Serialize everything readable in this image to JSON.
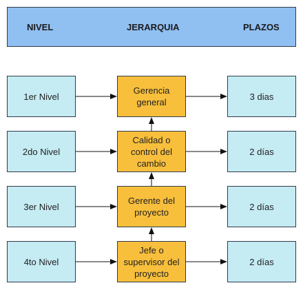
{
  "header": {
    "nivel": "NIVEL",
    "jerarquia": "JERARQUIA",
    "plazos": "PLAZOS"
  },
  "rows": [
    {
      "level": "1er Nivel",
      "role": "Gerencia general",
      "term": "3 dias"
    },
    {
      "level": "2do Nivel",
      "role": "Calidad o control del cambio",
      "term": "2 días"
    },
    {
      "level": "3er Nivel",
      "role": "Gerente del proyecto",
      "term": "2 días"
    },
    {
      "level": "4to Nivel",
      "role": "Jefe o supervisor del proyecto",
      "term": "2 días"
    }
  ],
  "colors": {
    "header": "#90bff2",
    "level_box": "#c5ebf3",
    "role_box": "#f8bf3c",
    "border": "#2f3b4a"
  }
}
